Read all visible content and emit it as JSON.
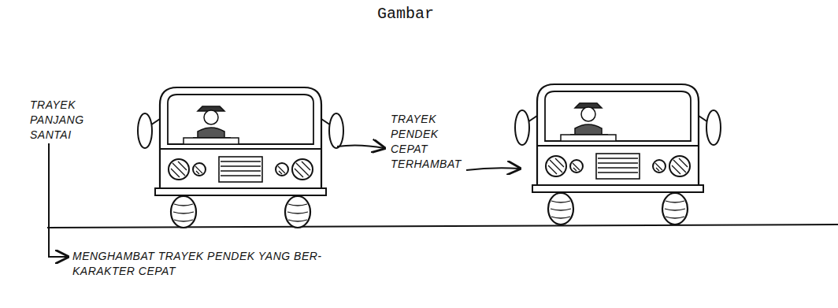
{
  "diagram": {
    "title": "Gambar",
    "labels": [
      "TRAYEK PANJANG SANTAI",
      "TRAYEK PENDEK CEPAT TERHAMBAT",
      "MENGHAMBAT TRAYEK PENDEK YANG BER-KARAKTER CEPAT"
    ]
  }
}
